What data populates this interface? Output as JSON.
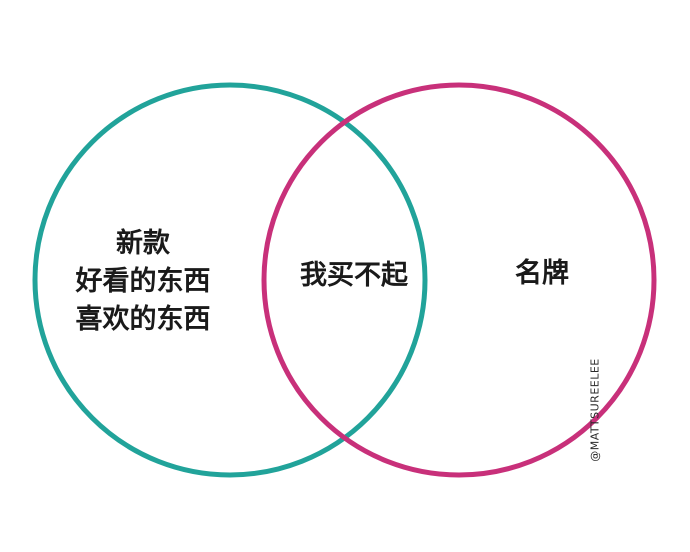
{
  "diagram": {
    "left_set": {
      "lines": [
        "新款",
        "好看的东西",
        "喜欢的东西"
      ],
      "color": "#21a39a"
    },
    "intersection": {
      "label": "我买不起"
    },
    "right_set": {
      "label": "名牌",
      "color": "#c8307a"
    }
  },
  "watermark": "@MATTSUREELEE"
}
